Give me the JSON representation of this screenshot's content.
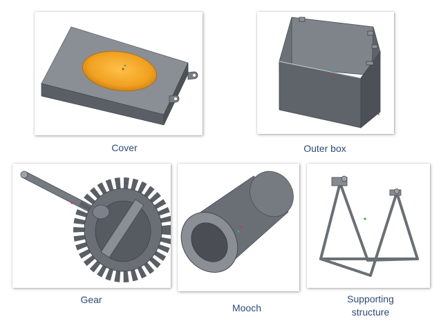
{
  "figures": {
    "cover": {
      "caption": "Cover"
    },
    "outer_box": {
      "caption": "Outer box"
    },
    "gear": {
      "caption": "Gear"
    },
    "mooch": {
      "caption": "Mooch"
    },
    "supporting_structure": {
      "caption_line1": "Supporting",
      "caption_line2": "structure"
    }
  },
  "colors": {
    "caption_text": "#2d4a74",
    "metal_gray": "#6b7078",
    "cover_orange": "#f0a020"
  }
}
